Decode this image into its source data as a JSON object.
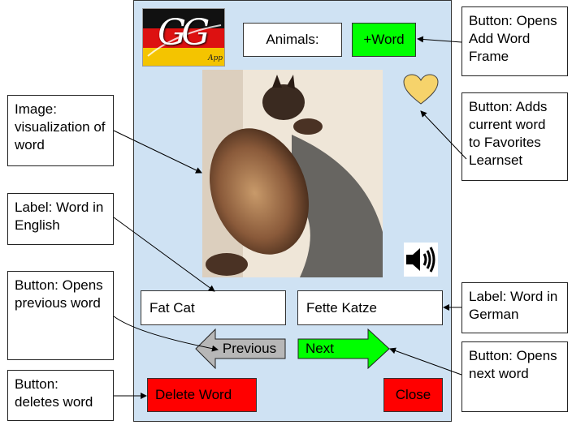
{
  "app": {
    "category_label": "Animals:",
    "add_word_label": "+Word",
    "logo_text": "GG",
    "logo_subtext": "App",
    "english_word": "Fat Cat",
    "german_word": "Fette Katze",
    "previous_label": "Previous",
    "next_label": "Next",
    "delete_label": "Delete Word",
    "close_label": "Close",
    "colors": {
      "panel_bg": "#cfe2f3",
      "add_word_bg": "#00ff00",
      "next_bg": "#00ff00",
      "previous_bg": "#b7b7b7",
      "delete_bg": "#ff0000",
      "close_bg": "#ff0000",
      "heart": "#f6d36b"
    },
    "icons": {
      "favorite": "heart-icon",
      "audio": "speaker-icon",
      "image": "cat-photo"
    }
  },
  "annotations": {
    "add_word": "Button: Opens Add Word Frame",
    "favorites": "Button: Adds current word to Favorites Learnset",
    "image": "Image: visualization of word",
    "english": "Label: Word in English",
    "german": "Label: Word in German",
    "previous": "Button: Opens previous word",
    "next": "Button: Opens next word",
    "delete": "Button: deletes word"
  }
}
